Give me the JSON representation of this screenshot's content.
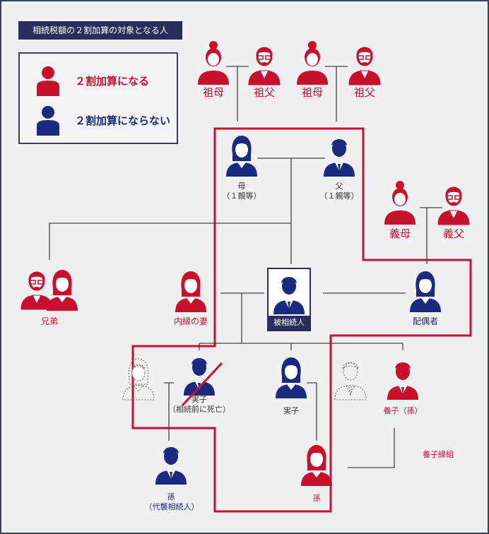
{
  "title": "相続税額の２割加算の対象となる人",
  "legend": {
    "applies": "２割加算になる",
    "not_applies": "２割加算にならない"
  },
  "colors": {
    "red": "#c8102e",
    "blue": "#1a2a80",
    "navy": "#2b2d5a",
    "line": "#444444"
  },
  "people": {
    "grandmother1": "祖母",
    "grandfather1": "祖父",
    "grandmother2": "祖母",
    "grandfather2": "祖父",
    "mother_name": "母",
    "mother_degree": "（１親等）",
    "father_name": "父",
    "father_degree": "（１親等）",
    "mother_in_law": "義母",
    "father_in_law": "義父",
    "siblings": "兄弟",
    "common_law_wife": "内縁の妻",
    "deceased": "被相続人",
    "spouse": "配偶者",
    "child_deceased_name": "実子",
    "child_deceased_note": "（相続前に死亡）",
    "child": "実子",
    "adopted_grandchild": "養子（孫）",
    "adoption_note": "養子縁組",
    "grandchild_representative_name": "孫",
    "grandchild_representative_note": "（代襲相続人）",
    "grandchild": "孫"
  }
}
